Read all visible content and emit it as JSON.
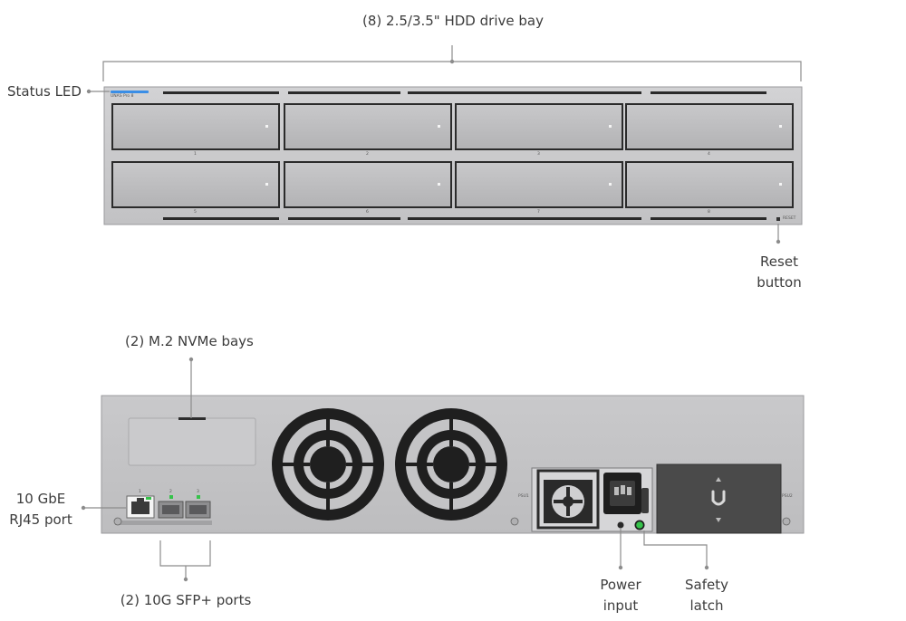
{
  "front_panel": {
    "model_text": "UNAS Pro 8",
    "reset_text": "RESET",
    "bay_numbers": [
      "1",
      "2",
      "3",
      "4",
      "5",
      "6",
      "7",
      "8"
    ],
    "callouts": {
      "drive_bays": "(8) 2.5/3.5\" HDD drive bay",
      "status_led": "Status LED",
      "reset_button": [
        "Reset",
        "button"
      ]
    }
  },
  "rear_panel": {
    "port_numbers": [
      "1",
      "2",
      "3"
    ],
    "psu_labels": [
      "PSU1",
      "PSU2"
    ],
    "callouts": {
      "nvme_bays": "(2) M.2 NVMe bays",
      "rj45_port": [
        "10 GbE",
        "RJ45 port"
      ],
      "sfp_ports": "(2) 10G SFP+ ports",
      "power_input": [
        "Power",
        "input"
      ],
      "safety_latch": [
        "Safety",
        "latch"
      ]
    }
  },
  "colors": {
    "chassis": "#c5c5c7",
    "drive_tray": "#b9b9bb",
    "status_led": "#3a8ee6",
    "port_led": "#35c24a",
    "fan": "#1f1f1f",
    "psu_cover": "#4a4a4a",
    "leader_line": "#8c8c8c"
  },
  "icons": [
    "ubiquiti-logo-icon",
    "fan-icon",
    "rj45-port-icon",
    "sfp-port-icon",
    "iec-power-socket-icon",
    "latch-button-icon",
    "screw-icon"
  ]
}
